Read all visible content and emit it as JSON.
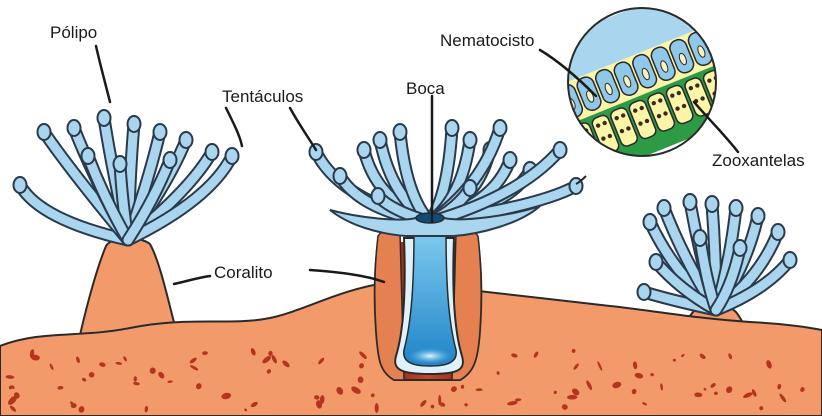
{
  "labels": {
    "polyp": "Pólipo",
    "tentacles": "Tentáculos",
    "mouth": "Boca",
    "nematocyst": "Nematocisto",
    "zooxanthellae": "Zooxantelas",
    "corallite": "Coralito"
  },
  "colors": {
    "tentacle_fill": "#a9d6ee",
    "tentacle_stroke": "#2a3a4a",
    "tissue": "#f29a6a",
    "tissue_dark": "#a0301c",
    "speckle": "#b5341f",
    "gut_light": "#7fcbee",
    "gut_dark": "#1f84c8",
    "nematocyst_band": "#fbf5a8",
    "zooxanthellae_band": "#2d9a46"
  }
}
